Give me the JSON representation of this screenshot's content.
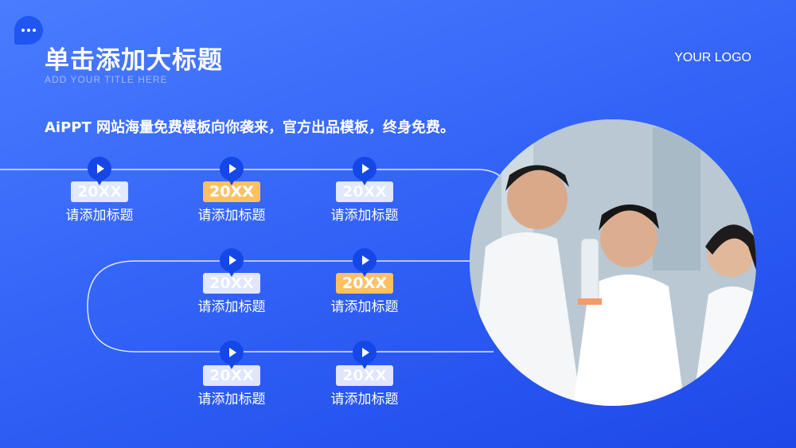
{
  "header": {
    "title": "单击添加大标题",
    "subtitle": "ADD YOUR TITLE HERE",
    "logo": "YOUR LOGO"
  },
  "description": "AiPPT 网站海量免费模板向你袭来，官方出品模板，终身免费。",
  "timeline": [
    {
      "year": "20XX",
      "label": "请添加标题",
      "highlight": false
    },
    {
      "year": "20XX",
      "label": "请添加标题",
      "highlight": true
    },
    {
      "year": "20XX",
      "label": "请添加标题",
      "highlight": false
    },
    {
      "year": "20XX",
      "label": "请添加标题",
      "highlight": false
    },
    {
      "year": "20XX",
      "label": "请添加标题",
      "highlight": true
    },
    {
      "year": "20XX",
      "label": "请添加标题",
      "highlight": false
    },
    {
      "year": "20XX",
      "label": "请添加标题",
      "highlight": false
    }
  ],
  "colors": {
    "background": "#2f5ff5",
    "accent": "#1447e6",
    "highlight": "#ffc15e"
  },
  "icons": {
    "badge": "chat-bubble-icon",
    "node": "play-icon"
  }
}
